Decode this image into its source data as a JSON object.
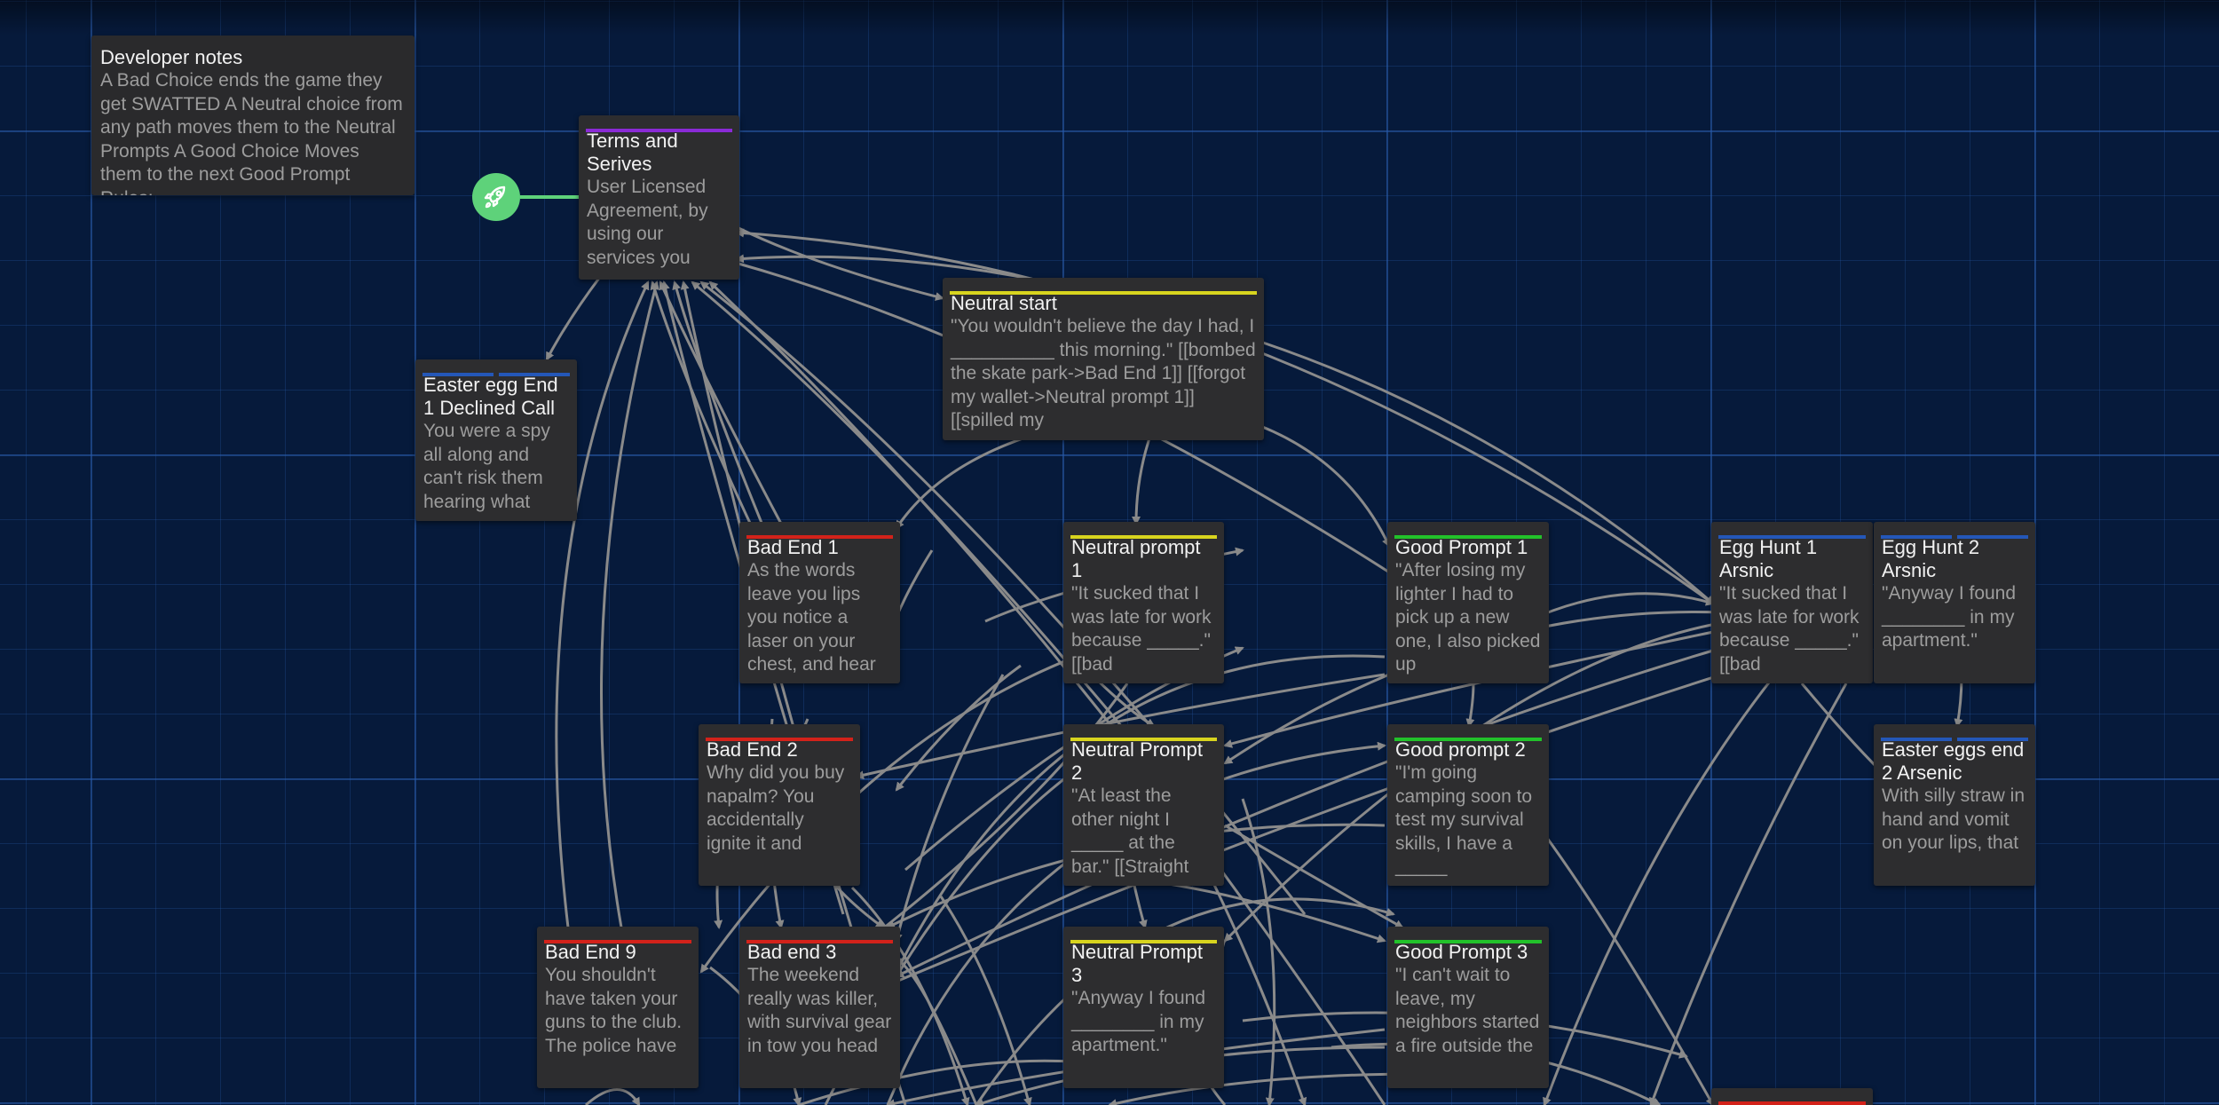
{
  "colors": {
    "purple": "#8a2ad6",
    "yellow": "#d8d41e",
    "red": "#d3221a",
    "green": "#22c22a",
    "blue": "#2457b8",
    "start": "#5ed27a",
    "link": "#8a8a8a"
  },
  "start_icon": "rocket-icon",
  "note": {
    "title": "Developer notes",
    "text": "A Bad Choice ends the game they get SWATTED A Neutral choice from any path moves them to the Neutral Prompts A Good Choice Moves them to the next Good Prompt Rules:"
  },
  "passages": {
    "terms": {
      "title": "Terms and Serives",
      "excerpt": "User Licensed Agreement, by using our services you",
      "tag": "purple"
    },
    "neutral_start": {
      "title": "Neutral start",
      "excerpt": "\"You wouldn't believe the day I had, I __________ this morning.\" [[bombed the skate park->Bad End 1]] [[forgot my wallet->Neutral prompt 1]] [[spilled my",
      "tag": "yellow"
    },
    "easter1": {
      "title": "Easter egg End 1 Declined Call",
      "excerpt": "You were a spy all along and can't risk them hearing what",
      "tag": "blue2"
    },
    "bad1": {
      "title": "Bad End 1",
      "excerpt": "As the words leave you lips you notice a laser on your chest, and hear",
      "tag": "red"
    },
    "neutral1": {
      "title": "Neutral prompt 1",
      "excerpt": "\"It sucked that I was late for work because _____.\" [[bad",
      "tag": "yellow"
    },
    "good1": {
      "title": "Good Prompt 1",
      "excerpt": "\"After losing my lighter I had to pick up a new one, I also picked up",
      "tag": "green"
    },
    "egg1": {
      "title": "Egg Hunt 1 Arsnic",
      "excerpt": "\"It sucked that I was late for work because _____.\" [[bad",
      "tag": "blue"
    },
    "egg2": {
      "title": "Egg Hunt 2 Arsnic",
      "excerpt": "\"Anyway I found ________ in my apartment.\"",
      "tag": "blue2"
    },
    "bad2": {
      "title": "Bad End 2",
      "excerpt": "Why did you buy napalm? You accidentally ignite it and",
      "tag": "red"
    },
    "neutral2": {
      "title": "Neutral Prompt 2",
      "excerpt": "\"At least the other night I _____ at the bar.\" [[Straight",
      "tag": "yellow"
    },
    "good2": {
      "title": "Good prompt 2",
      "excerpt": "\"I'm going camping soon to test my survival skills, I have a _____",
      "tag": "green"
    },
    "easter2": {
      "title": "Easter eggs end 2 Arsenic",
      "excerpt": "With silly straw in hand and vomit on your lips, that",
      "tag": "blue2"
    },
    "bad9": {
      "title": "Bad End 9",
      "excerpt": "You shouldn't have taken your guns to the club. The police have",
      "tag": "red"
    },
    "bad3": {
      "title": "Bad end 3",
      "excerpt": "The weekend really was killer, with survival gear in tow you head",
      "tag": "red"
    },
    "neutral3": {
      "title": "Neutral Prompt 3",
      "excerpt": "\"Anyway I found ________ in my apartment.\"",
      "tag": "yellow"
    },
    "good3": {
      "title": "Good Prompt 3",
      "excerpt": "\"I can't wait to leave, my neighbors started a fire outside the",
      "tag": "green"
    },
    "partial": {
      "title": "",
      "excerpt": "",
      "tag": "red"
    }
  }
}
